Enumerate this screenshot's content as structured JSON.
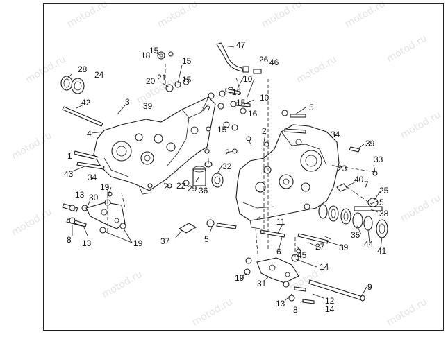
{
  "watermark": "motod.ru",
  "callouts": [
    "47",
    "15",
    "18",
    "15",
    "26",
    "46",
    "28",
    "24",
    "21",
    "20",
    "15",
    "10",
    "15",
    "10",
    "15",
    "42",
    "3",
    "39",
    "17",
    "16",
    "5",
    "34",
    "4",
    "15",
    "2",
    "39",
    "1",
    "2",
    "32",
    "43",
    "34",
    "23",
    "33",
    "40",
    "7",
    "19",
    "2",
    "22",
    "29",
    "36",
    "25",
    "30",
    "13",
    "5",
    "38",
    "37",
    "5",
    "11",
    "35",
    "44",
    "41",
    "8",
    "13",
    "19",
    "6",
    "27",
    "39",
    "45",
    "19",
    "14",
    "31",
    "9",
    "13",
    "12",
    "14",
    "8"
  ]
}
